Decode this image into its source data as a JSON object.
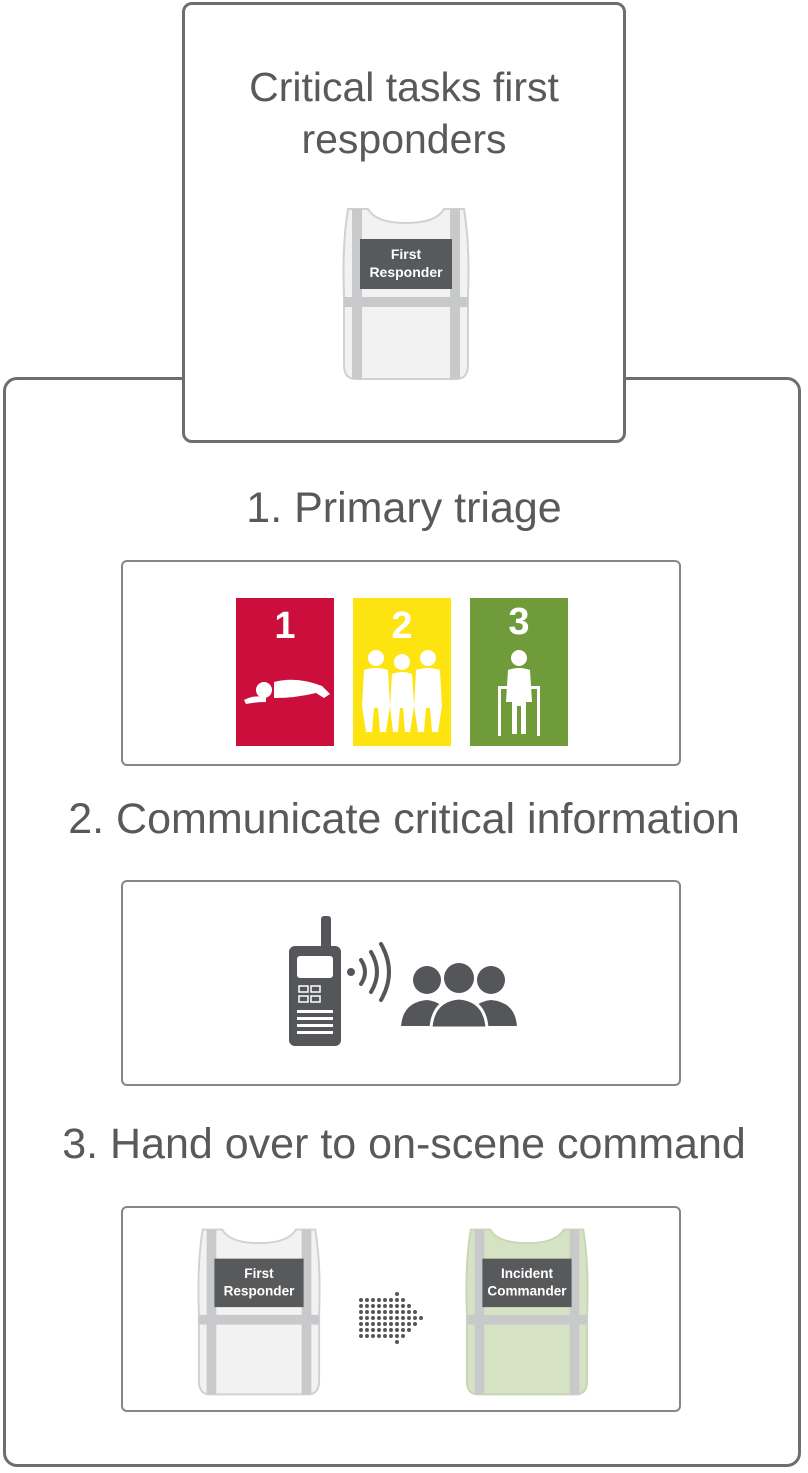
{
  "header": {
    "title": "Critical tasks first responders",
    "vest_label_line1": "First",
    "vest_label_line2": "Responder"
  },
  "steps": [
    {
      "title": "1. Primary triage",
      "categories": [
        {
          "number": "1",
          "color": "#cc0e3d"
        },
        {
          "number": "2",
          "color": "#fde30f"
        },
        {
          "number": "3",
          "color": "#6f9b3a"
        }
      ]
    },
    {
      "title": "2. Communicate critical information"
    },
    {
      "title": "3. Hand over to on-scene command",
      "from_vest": {
        "line1": "First",
        "line2": "Responder"
      },
      "to_vest": {
        "line1": "Incident",
        "line2": "Commander"
      }
    }
  ],
  "colors": {
    "border": "#6d6e70",
    "text": "#58595b",
    "icon_dark": "#555659",
    "vest_white": "#f2f2f3",
    "vest_green": "#d6e2c4",
    "vest_stripe": "#c8c9cb"
  }
}
